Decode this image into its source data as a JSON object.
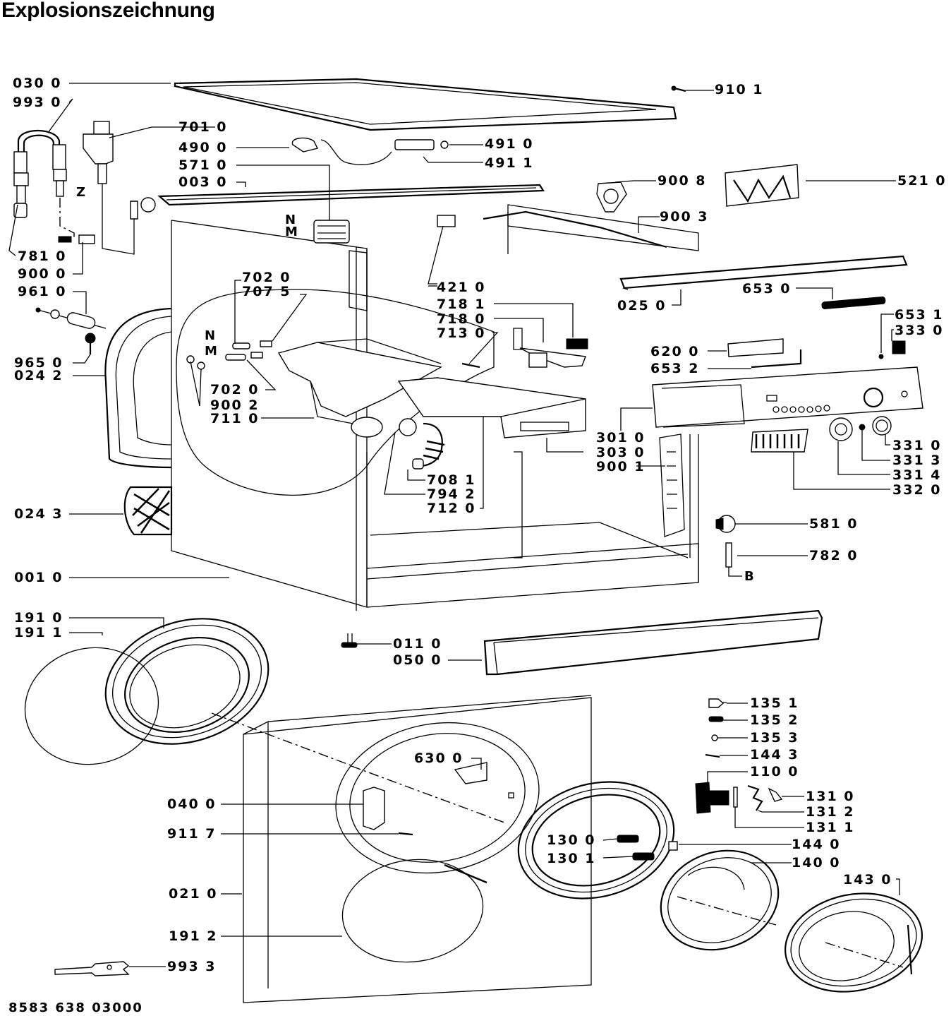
{
  "title": "Explosionszeichnung",
  "document_number": "8583 638 03000",
  "parts": [
    {
      "id": "p0300",
      "label": "030 0"
    },
    {
      "id": "p9930",
      "label": "993 0"
    },
    {
      "id": "p7010",
      "label": "701 0"
    },
    {
      "id": "p4900",
      "label": "490 0"
    },
    {
      "id": "p5710",
      "label": "571 0"
    },
    {
      "id": "p0030",
      "label": "003 0"
    },
    {
      "id": "p4910",
      "label": "491 0"
    },
    {
      "id": "p4911",
      "label": "491 1"
    },
    {
      "id": "p9101",
      "label": "910 1"
    },
    {
      "id": "p9008",
      "label": "900 8"
    },
    {
      "id": "p5210",
      "label": "521 0"
    },
    {
      "id": "p9003",
      "label": "900 3"
    },
    {
      "id": "p7810",
      "label": "781 0"
    },
    {
      "id": "p9000",
      "label": "900 0"
    },
    {
      "id": "p9610",
      "label": "961 0"
    },
    {
      "id": "p9650",
      "label": "965 0"
    },
    {
      "id": "p0242",
      "label": "024 2"
    },
    {
      "id": "p7020a",
      "label": "702 0"
    },
    {
      "id": "p7075",
      "label": "707 5"
    },
    {
      "id": "p7020b",
      "label": "702 0"
    },
    {
      "id": "p9002",
      "label": "900 2"
    },
    {
      "id": "p7110",
      "label": "711 0"
    },
    {
      "id": "p4210",
      "label": "421 0"
    },
    {
      "id": "p7181",
      "label": "718 1"
    },
    {
      "id": "p7180",
      "label": "718 0"
    },
    {
      "id": "p7130",
      "label": "713 0"
    },
    {
      "id": "p0250",
      "label": "025 0"
    },
    {
      "id": "p6530",
      "label": "653 0"
    },
    {
      "id": "p6531",
      "label": "653 1"
    },
    {
      "id": "p3330",
      "label": "333 0"
    },
    {
      "id": "p6200",
      "label": "620 0"
    },
    {
      "id": "p6532",
      "label": "653 2"
    },
    {
      "id": "p3010",
      "label": "301 0"
    },
    {
      "id": "p3030",
      "label": "303 0"
    },
    {
      "id": "p9001",
      "label": "900 1"
    },
    {
      "id": "p3310",
      "label": "331 0"
    },
    {
      "id": "p3313",
      "label": "331 3"
    },
    {
      "id": "p3314",
      "label": "331 4"
    },
    {
      "id": "p3320",
      "label": "332 0"
    },
    {
      "id": "p7081",
      "label": "708 1"
    },
    {
      "id": "p7942",
      "label": "794 2"
    },
    {
      "id": "p7120",
      "label": "712 0"
    },
    {
      "id": "p5810",
      "label": "581 0"
    },
    {
      "id": "p7820",
      "label": "782 0"
    },
    {
      "id": "p0243",
      "label": "024 3"
    },
    {
      "id": "p0010",
      "label": "001 0"
    },
    {
      "id": "p1910",
      "label": "191 0"
    },
    {
      "id": "p1911",
      "label": "191 1"
    },
    {
      "id": "p0110",
      "label": "011 0"
    },
    {
      "id": "p0500",
      "label": "050 0"
    },
    {
      "id": "p1351",
      "label": "135 1"
    },
    {
      "id": "p1352",
      "label": "135 2"
    },
    {
      "id": "p1353",
      "label": "135 3"
    },
    {
      "id": "p1443",
      "label": "144 3"
    },
    {
      "id": "p1100",
      "label": "110 0"
    },
    {
      "id": "p1310",
      "label": "131 0"
    },
    {
      "id": "p1312",
      "label": "131 2"
    },
    {
      "id": "p1311",
      "label": "131 1"
    },
    {
      "id": "p6300",
      "label": "630 0"
    },
    {
      "id": "p0400",
      "label": "040 0"
    },
    {
      "id": "p9117",
      "label": "911 7"
    },
    {
      "id": "p1300",
      "label": "130 0"
    },
    {
      "id": "p1301",
      "label": "130 1"
    },
    {
      "id": "p1440",
      "label": "144 0"
    },
    {
      "id": "p1400",
      "label": "140 0"
    },
    {
      "id": "p1430",
      "label": "143 0"
    },
    {
      "id": "p0210",
      "label": "021 0"
    },
    {
      "id": "p1912",
      "label": "191 2"
    },
    {
      "id": "p9933",
      "label": "993 3"
    }
  ],
  "markers": {
    "z": "Z",
    "n1": "N",
    "m1": "M",
    "n2": "N",
    "m2": "M",
    "b": "B"
  }
}
